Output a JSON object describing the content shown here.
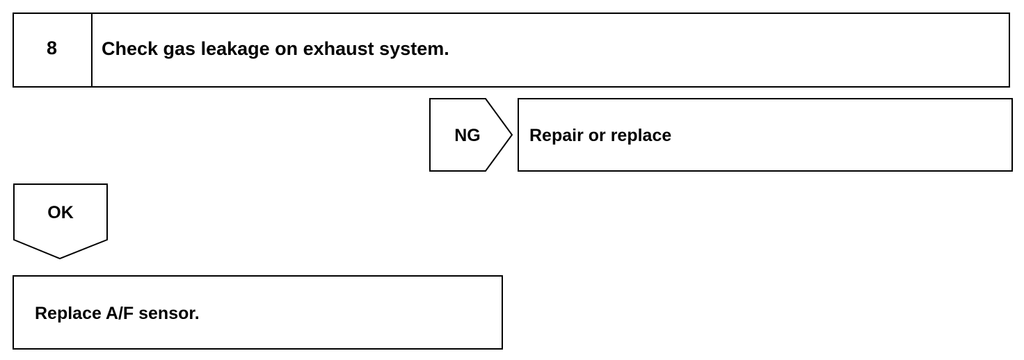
{
  "step": {
    "number": "8",
    "title": "Check gas leakage on exhaust system."
  },
  "ng_branch": {
    "label": "NG",
    "action": "Repair or replace"
  },
  "ok_branch": {
    "label": "OK",
    "action": "Replace A/F sensor."
  }
}
